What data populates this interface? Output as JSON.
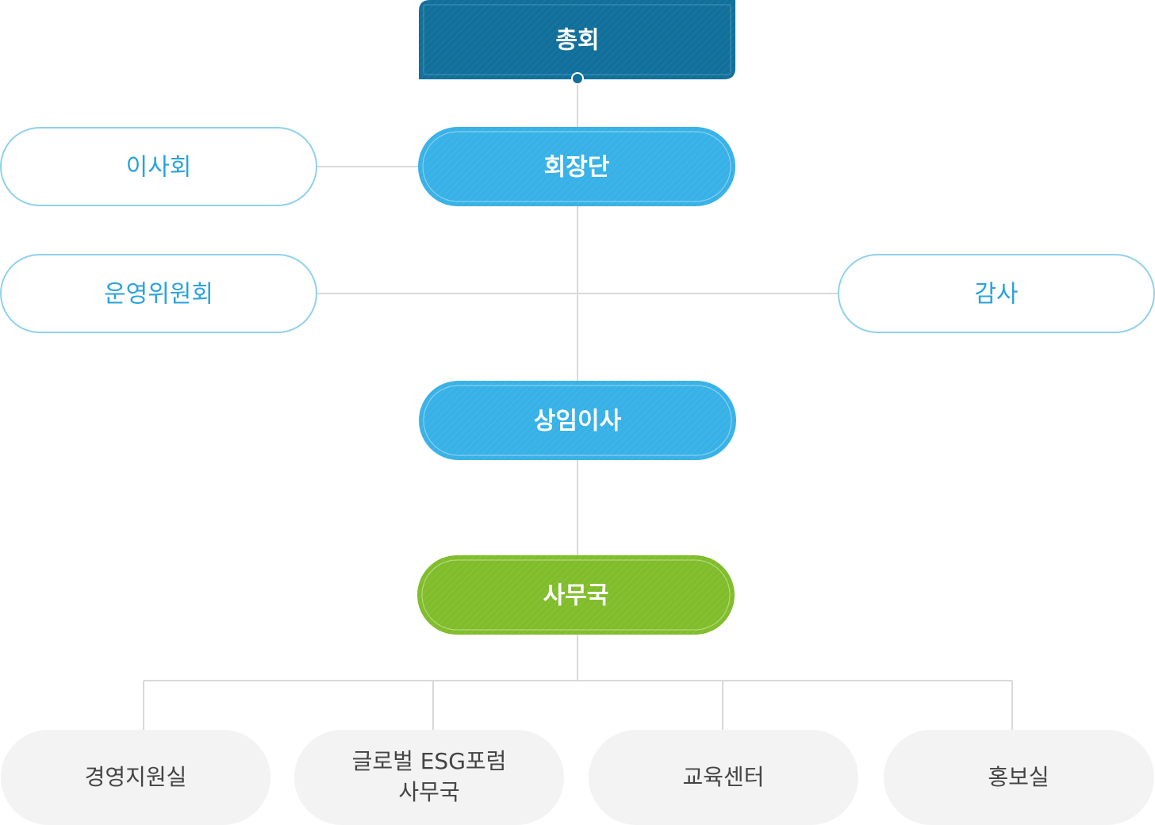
{
  "org_chart": {
    "general_assembly": {
      "label": "총회"
    },
    "chairman_group": {
      "label": "회장단"
    },
    "board_of_directors": {
      "label": "이사회"
    },
    "steering_committee": {
      "label": "운영위원회"
    },
    "audit": {
      "label": "감사"
    },
    "standing_director": {
      "label": "상임이사"
    },
    "secretariat": {
      "label": "사무국"
    },
    "departments": [
      {
        "label": "경영지원실"
      },
      {
        "label_line1": "글로벌 ESG포럼",
        "label_line2": "사무국"
      },
      {
        "label": "교육센터"
      },
      {
        "label": "홍보실"
      }
    ]
  },
  "colors": {
    "assembly_navy": "#126f99",
    "primary_blue": "#38b1e6",
    "outline_blue": "#8fd1ec",
    "outline_text": "#2aa3db",
    "secretariat_green": "#80bc2c",
    "department_gray": "#f3f3f3",
    "department_text": "#444444",
    "connector": "#d9d9d9"
  }
}
